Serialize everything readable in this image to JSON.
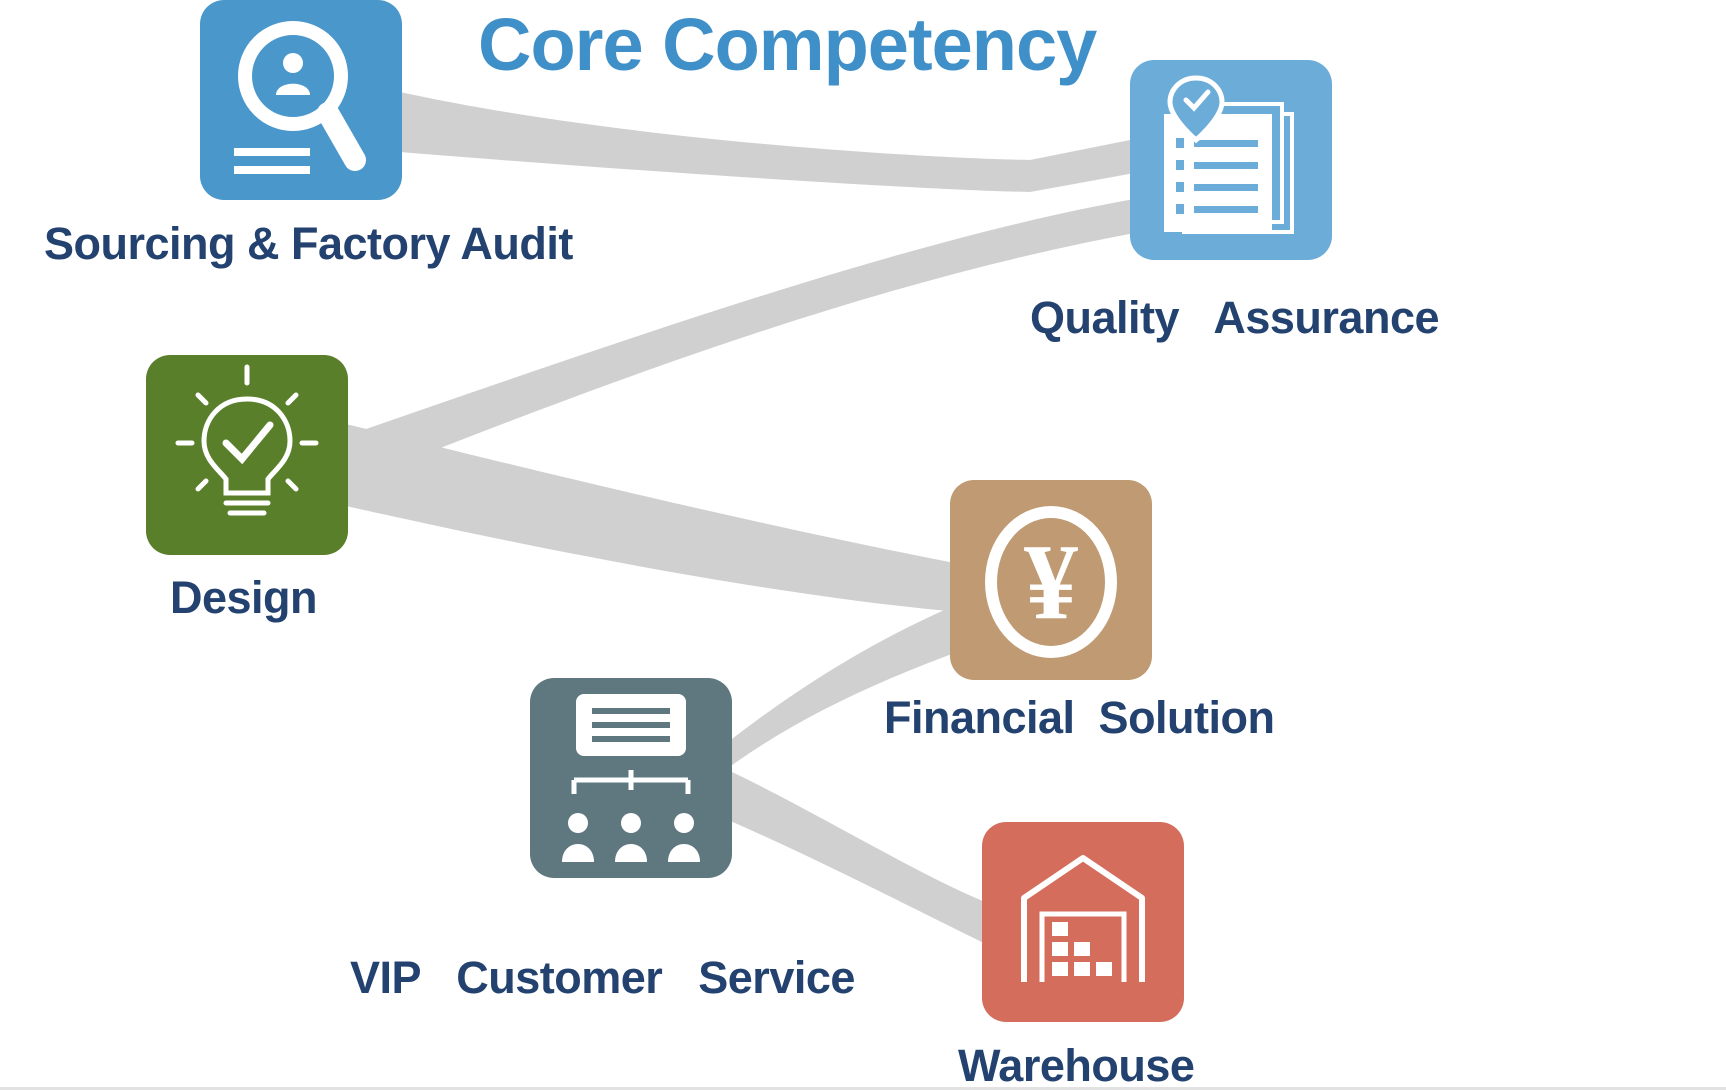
{
  "title": "Core Competency",
  "colors": {
    "title": "#3f8fc8",
    "label": "#23426f",
    "connector": "#d0d0d0",
    "sourcing": "#4a97cc",
    "quality": "#6badd8",
    "design": "#5a7f2b",
    "financial": "#bf9a72",
    "vip": "#5f7880",
    "warehouse": "#d46d5c"
  },
  "nodes": [
    {
      "id": "sourcing",
      "label": "Sourcing & Factory Audit",
      "icon": "magnifier-person-icon"
    },
    {
      "id": "quality",
      "label": "Quality   Assurance",
      "icon": "checklist-documents-icon"
    },
    {
      "id": "design",
      "label": "Design",
      "icon": "lightbulb-check-icon"
    },
    {
      "id": "financial",
      "label": "Financial  Solution",
      "icon": "yen-coin-icon"
    },
    {
      "id": "vip",
      "label": "VIP   Customer   Service",
      "icon": "org-chart-people-icon"
    },
    {
      "id": "warehouse",
      "label": "Warehouse",
      "icon": "warehouse-icon"
    }
  ]
}
